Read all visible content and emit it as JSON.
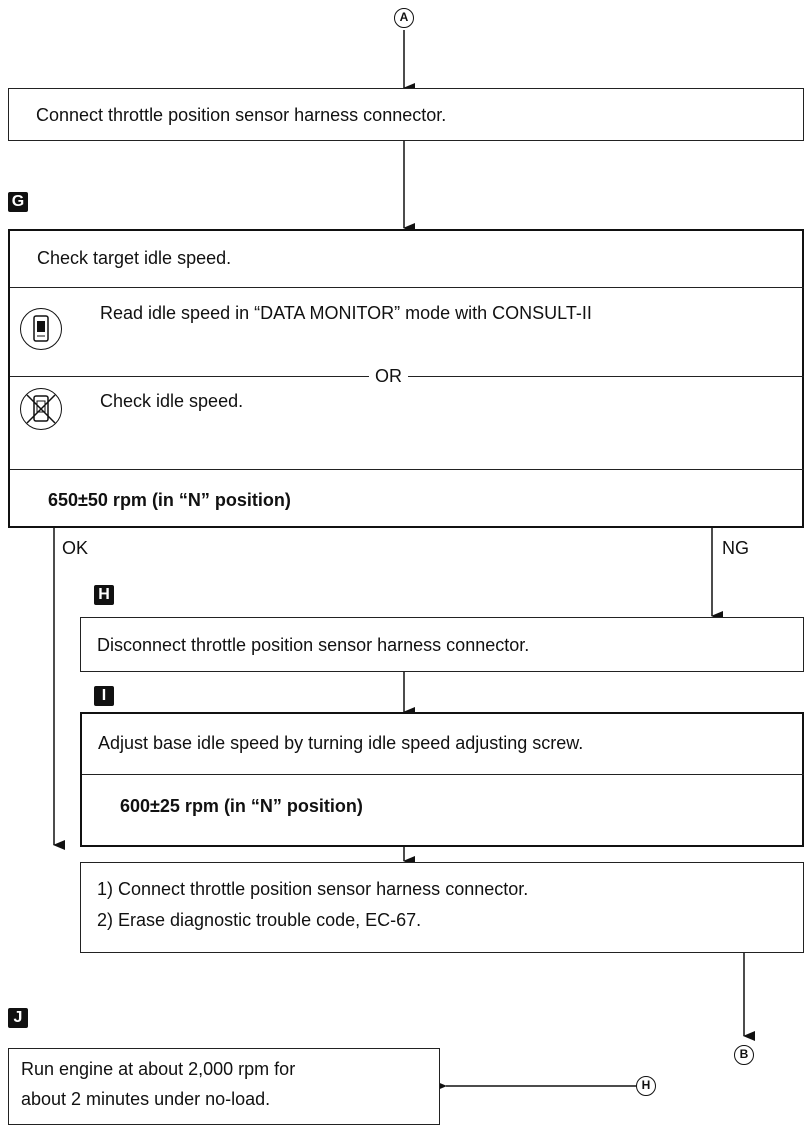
{
  "connectors": {
    "top": "A",
    "bottom_out": "B",
    "side_in": "H"
  },
  "steps": {
    "g": "G",
    "h": "H",
    "i": "I",
    "j": "J"
  },
  "box1": {
    "text": "Connect throttle position sensor harness connector."
  },
  "box2": {
    "title": "Check target idle speed.",
    "option1": "Read idle speed in “DATA MONITOR” mode with CONSULT-II",
    "or": "OR",
    "option2": "Check idle speed.",
    "spec": "650±50 rpm (in “N” position)"
  },
  "branches": {
    "ok": "OK",
    "ng": "NG"
  },
  "box3": {
    "text": "Disconnect throttle position sensor harness connector."
  },
  "box4": {
    "text": "Adjust base idle speed by turning idle speed adjusting screw.",
    "spec": "600±25 rpm (in “N” position)"
  },
  "box5": {
    "line1": "1)  Connect throttle position sensor harness connector.",
    "line2": "2)  Erase diagnostic trouble code, EC-67."
  },
  "box6": {
    "line1": "Run engine at about 2,000 rpm for",
    "line2": "about 2 minutes under no-load."
  },
  "icons": {
    "consult": "consult-tool-icon",
    "no_consult": "no-consult-tool-icon"
  }
}
